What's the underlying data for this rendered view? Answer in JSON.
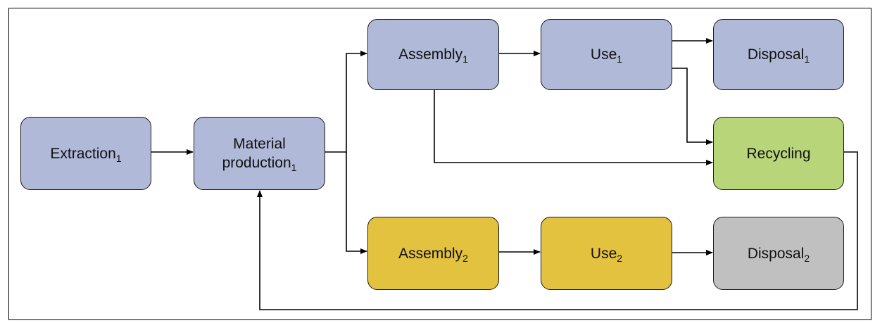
{
  "nodes": {
    "extraction": {
      "text": "Extraction",
      "sub": "1",
      "color": "#b0b9d8"
    },
    "material": {
      "line1": "Material",
      "line2": "production",
      "sub": "1",
      "color": "#b0b9d8"
    },
    "assembly1": {
      "text": "Assembly",
      "sub": "1",
      "color": "#b0b9d8"
    },
    "use1": {
      "text": "Use",
      "sub": "1",
      "color": "#b0b9d8"
    },
    "disposal1": {
      "text": "Disposal",
      "sub": "1",
      "color": "#b0b9d8"
    },
    "recycling": {
      "text": "Recycling",
      "color": "#b8d57a"
    },
    "assembly2": {
      "text": "Assembly",
      "sub": "2",
      "color": "#e3c240"
    },
    "use2": {
      "text": "Use",
      "sub": "2",
      "color": "#e3c240"
    },
    "disposal2": {
      "text": "Disposal",
      "sub": "2",
      "color": "#c0c0c0"
    }
  },
  "edges": [
    {
      "from": "Extraction1",
      "to": "Material production1"
    },
    {
      "from": "Material production1",
      "to": "Assembly1"
    },
    {
      "from": "Material production1",
      "to": "Assembly2"
    },
    {
      "from": "Assembly1",
      "to": "Use1"
    },
    {
      "from": "Assembly1",
      "to": "Recycling"
    },
    {
      "from": "Use1",
      "to": "Disposal1"
    },
    {
      "from": "Use1",
      "to": "Recycling"
    },
    {
      "from": "Assembly2",
      "to": "Use2"
    },
    {
      "from": "Use2",
      "to": "Disposal2"
    },
    {
      "from": "Recycling",
      "to": "Material production1"
    }
  ]
}
